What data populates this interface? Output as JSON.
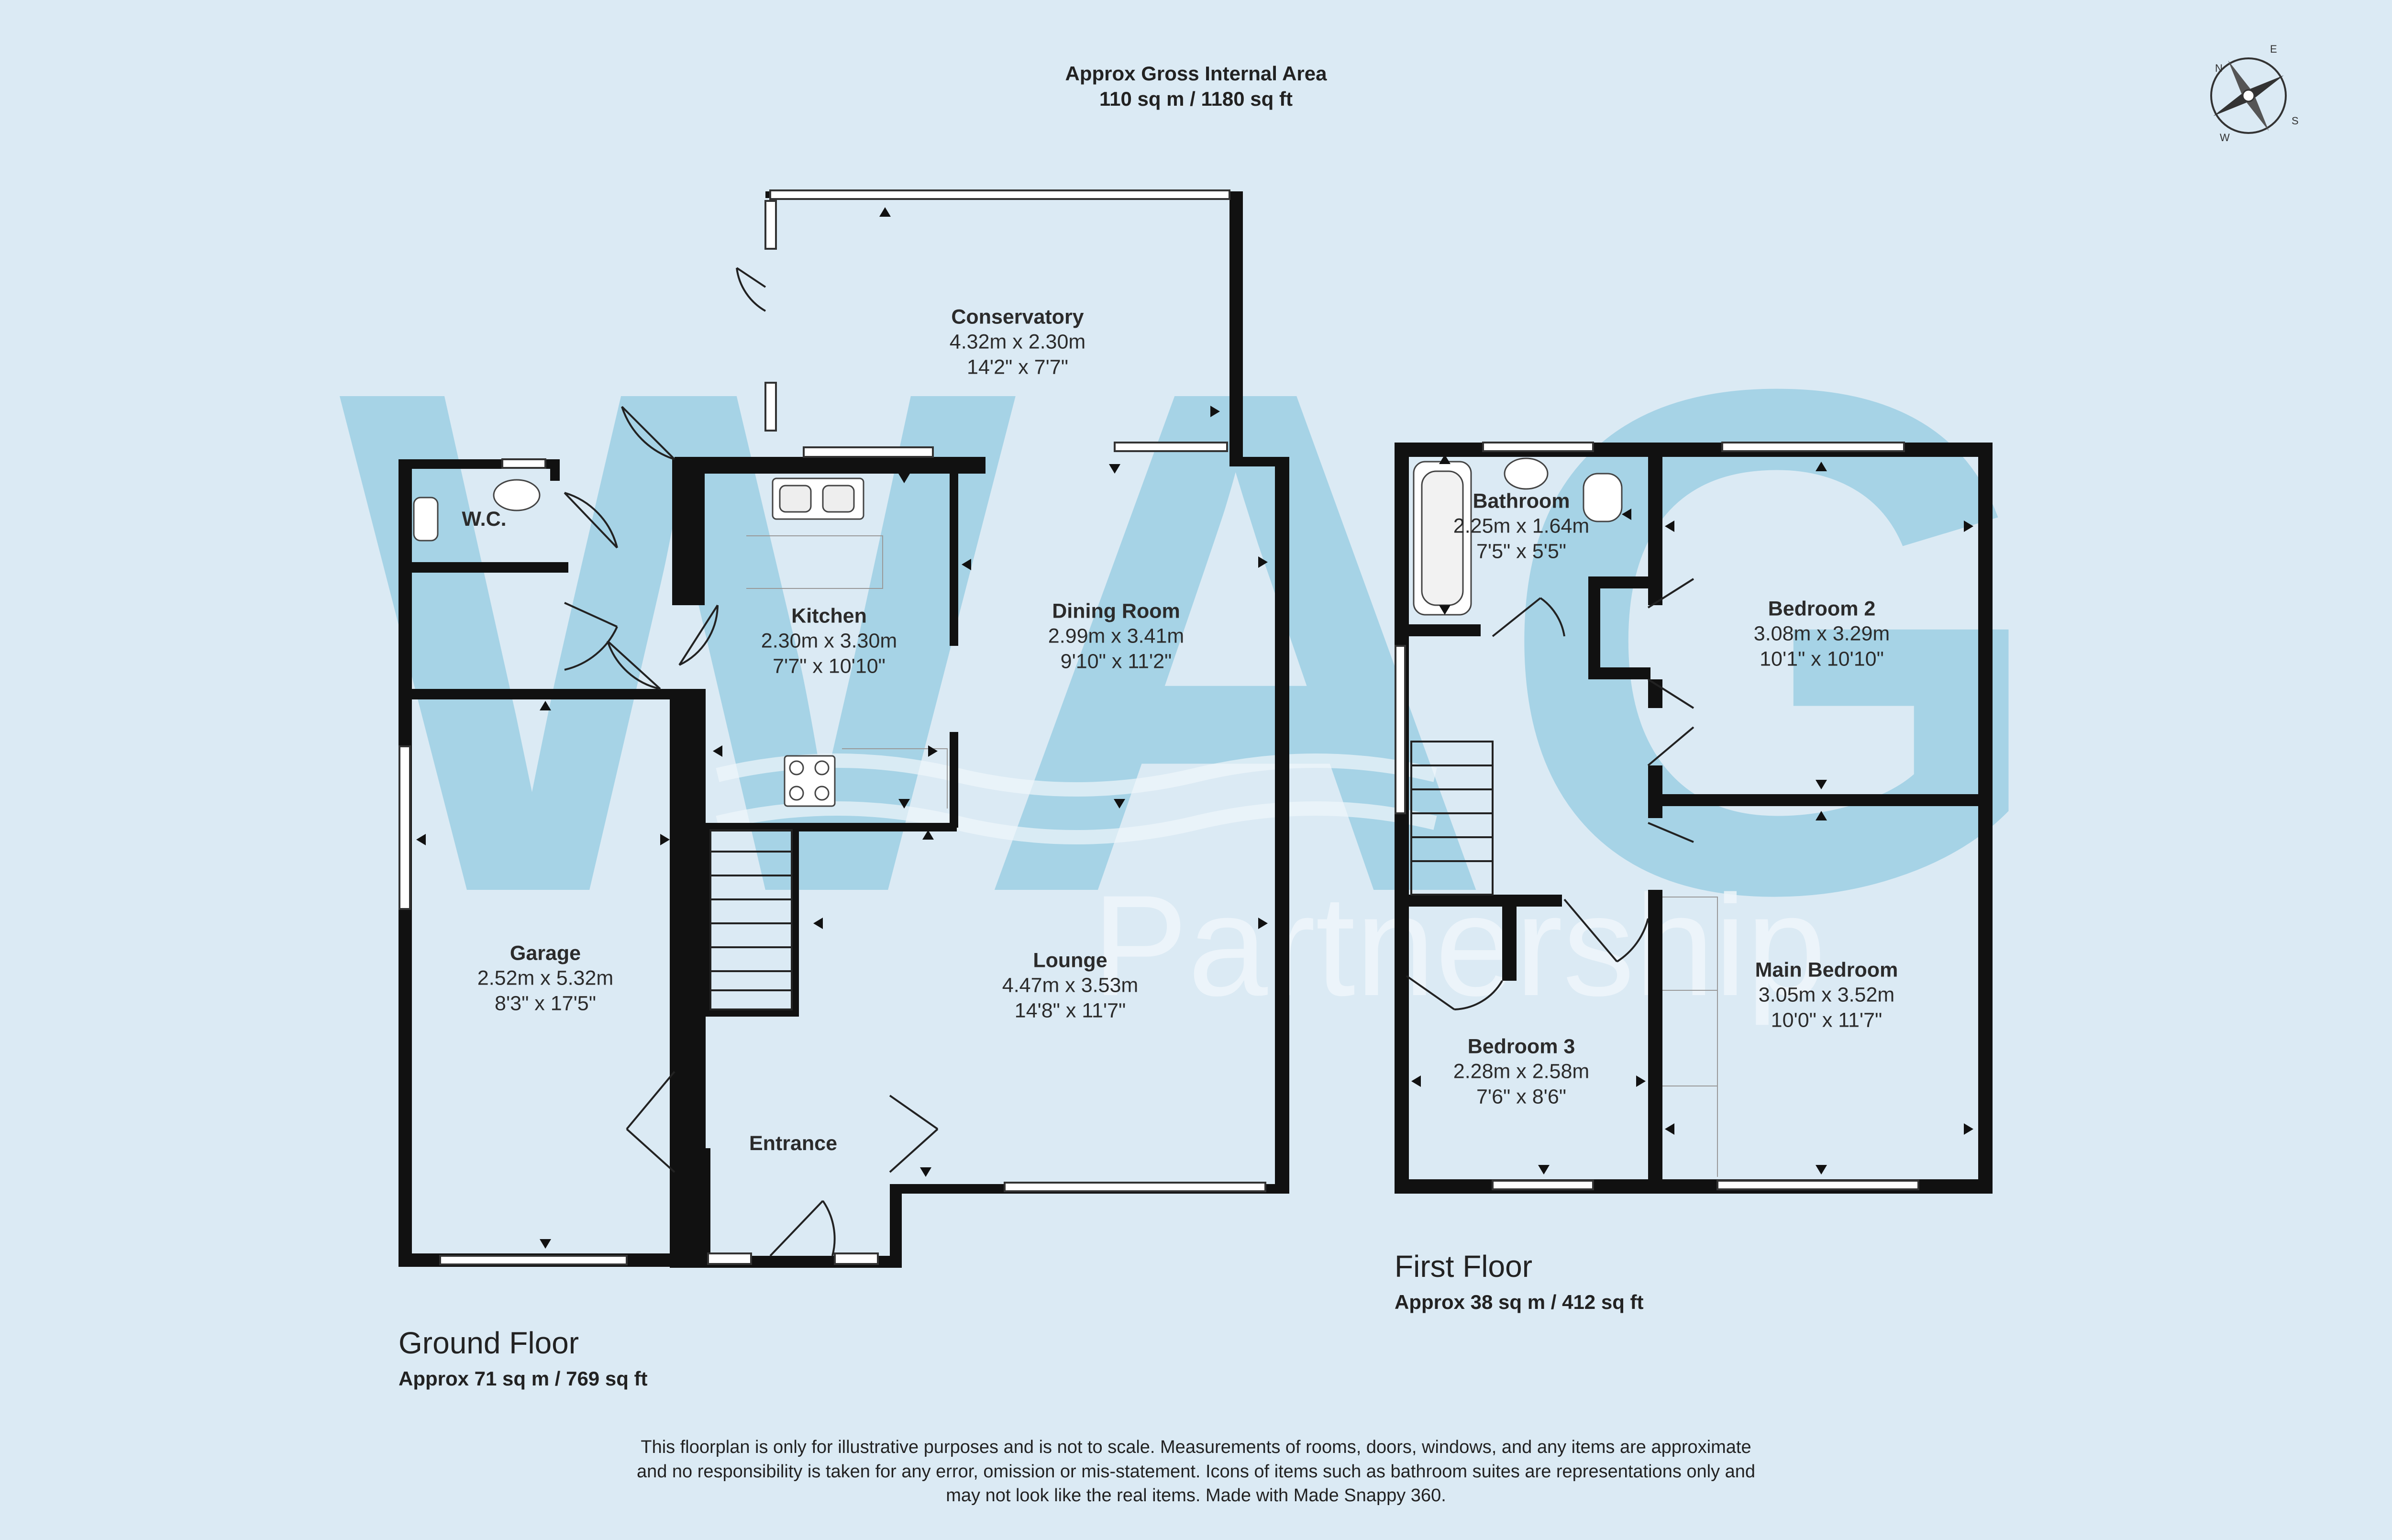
{
  "header": {
    "line1": "Approx Gross Internal Area",
    "line2": "110 sq m / 1180 sq ft"
  },
  "compass": {
    "n": "N",
    "e": "E",
    "s": "S",
    "w": "W"
  },
  "watermark": {
    "logo": "WAG",
    "sub": "Partnership"
  },
  "ground_floor": {
    "name": "Ground Floor",
    "area": "Approx 71 sq m / 769 sq ft",
    "rooms": [
      {
        "name": "Conservatory",
        "metric": "4.32m x 2.30m",
        "imperial": "14'2\" x 7'7\""
      },
      {
        "name": "W.C.",
        "metric": "",
        "imperial": ""
      },
      {
        "name": "Kitchen",
        "metric": "2.30m x 3.30m",
        "imperial": "7'7\" x 10'10\""
      },
      {
        "name": "Dining Room",
        "metric": "2.99m x 3.41m",
        "imperial": "9'10\" x 11'2\""
      },
      {
        "name": "Garage",
        "metric": "2.52m x 5.32m",
        "imperial": "8'3\" x 17'5\""
      },
      {
        "name": "Lounge",
        "metric": "4.47m x 3.53m",
        "imperial": "14'8\" x 11'7\""
      },
      {
        "name": "Entrance",
        "metric": "",
        "imperial": ""
      }
    ]
  },
  "first_floor": {
    "name": "First Floor",
    "area": "Approx 38 sq m / 412 sq ft",
    "rooms": [
      {
        "name": "Bathroom",
        "metric": "2.25m x 1.64m",
        "imperial": "7'5\" x 5'5\""
      },
      {
        "name": "Bedroom 2",
        "metric": "3.08m x 3.29m",
        "imperial": "10'1\" x 10'10\""
      },
      {
        "name": "Main Bedroom",
        "metric": "3.05m x 3.52m",
        "imperial": "10'0\" x 11'7\""
      },
      {
        "name": "Bedroom 3",
        "metric": "2.28m x 2.58m",
        "imperial": "7'6\" x 8'6\""
      }
    ]
  },
  "disclaimer": {
    "line1": "This floorplan is only for illustrative purposes and is not to scale. Measurements of rooms, doors, windows, and any items are approximate",
    "line2": "and no responsibility is taken for any error, omission or mis-statement. Icons of items such as bathroom suites are representations only and",
    "line3": "may not look like the real items. Made with Made Snappy 360."
  },
  "colors": {
    "background": "#dbeaf4",
    "wall": "#111111",
    "watermark": "#7cc2dc"
  }
}
